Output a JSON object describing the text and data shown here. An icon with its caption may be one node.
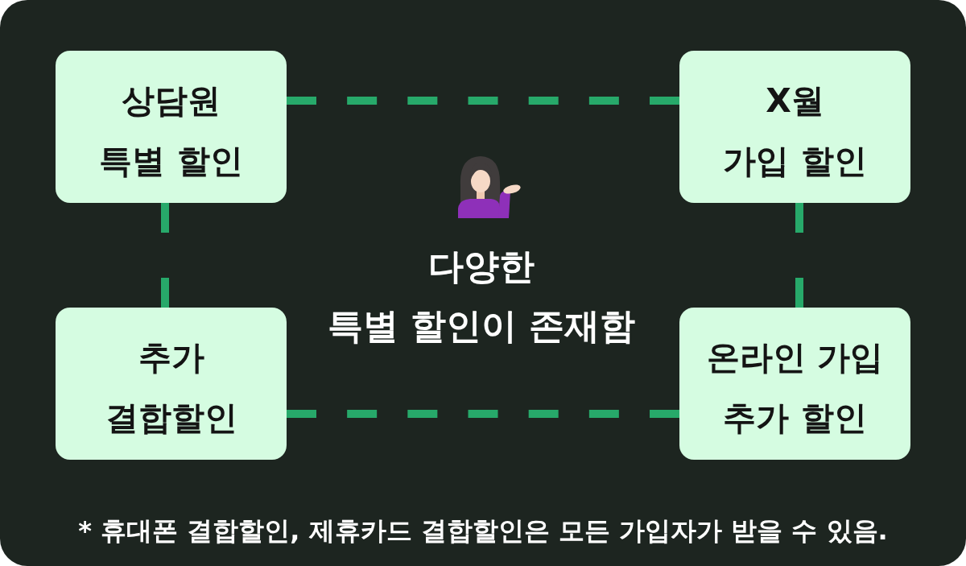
{
  "diagram": {
    "nodes": [
      {
        "text": [
          "상담원",
          "특별 할인"
        ]
      },
      {
        "text": [
          "X월",
          "가입 할인"
        ]
      },
      {
        "text": [
          "추가",
          "결합할인"
        ]
      },
      {
        "text": [
          "온라인 가입",
          "추가 할인"
        ]
      }
    ],
    "edges": [
      {
        "from": 0,
        "to": 1,
        "arrow": "none",
        "style": "dashed"
      },
      {
        "from": 0,
        "to": 2,
        "arrow": "none",
        "style": "dashed"
      },
      {
        "from": 1,
        "to": 3,
        "arrow": "none",
        "style": "dashed"
      },
      {
        "from": 2,
        "to": 3,
        "arrow": "none",
        "style": "dashed"
      }
    ],
    "labels": [
      "다양한",
      "특별 할인이 존재함",
      "* 휴대폰 결합할인, 제휴카드 결합할인은 모든 가입자가 받을 수 있음."
    ]
  }
}
